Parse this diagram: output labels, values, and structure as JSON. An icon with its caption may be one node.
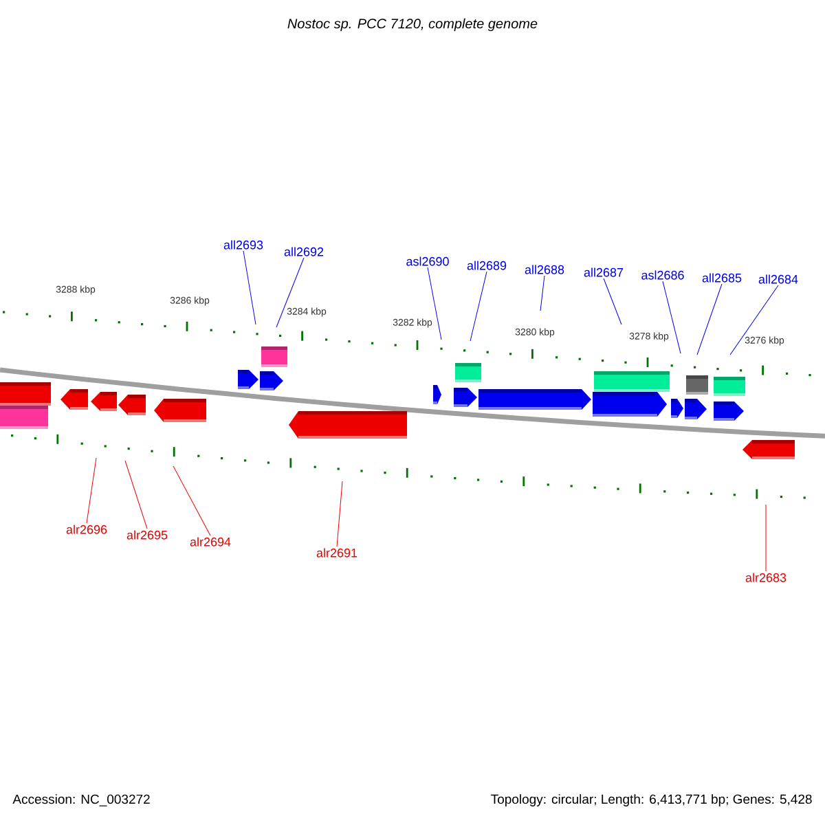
{
  "diagram": {
    "title": "Nostoc sp. PCC 7120, complete genome",
    "nodes": [
      {
        "text": [
          "all2693"
        ]
      },
      {
        "text": [
          "all2692"
        ]
      },
      {
        "text": [
          "asl2690"
        ]
      },
      {
        "text": [
          "all2689"
        ]
      },
      {
        "text": [
          "all2688"
        ]
      },
      {
        "text": [
          "all2687"
        ]
      },
      {
        "text": [
          "asl2686"
        ]
      },
      {
        "text": [
          "all2685"
        ]
      },
      {
        "text": [
          "all2684"
        ]
      },
      {
        "text": [
          "alr2696"
        ]
      },
      {
        "text": [
          "alr2695"
        ]
      },
      {
        "text": [
          "alr2694"
        ]
      },
      {
        "text": [
          "alr2691"
        ]
      },
      {
        "text": [
          "alr2683"
        ]
      }
    ],
    "edges": [
      {
        "from": 0,
        "to": null,
        "arrow": "none",
        "color": "#0000ee"
      },
      {
        "from": 1,
        "to": null,
        "arrow": "none",
        "color": "#0000ee"
      },
      {
        "from": 2,
        "to": null,
        "arrow": "none",
        "color": "#0000ee"
      },
      {
        "from": 3,
        "to": null,
        "arrow": "none",
        "color": "#0000ee"
      },
      {
        "from": 4,
        "to": null,
        "arrow": "none",
        "color": "#0000ee"
      },
      {
        "from": 5,
        "to": null,
        "arrow": "none",
        "color": "#0000ee"
      },
      {
        "from": 6,
        "to": null,
        "arrow": "none",
        "color": "#0000ee"
      },
      {
        "from": 7,
        "to": null,
        "arrow": "none",
        "color": "#0000ee"
      },
      {
        "from": 8,
        "to": null,
        "arrow": "none",
        "color": "#0000ee"
      },
      {
        "from": 9,
        "to": null,
        "arrow": "none",
        "color": "#ee0000"
      },
      {
        "from": 10,
        "to": null,
        "arrow": "none",
        "color": "#ee0000"
      },
      {
        "from": 11,
        "to": null,
        "arrow": "none",
        "color": "#ee0000"
      },
      {
        "from": 12,
        "to": null,
        "arrow": "none",
        "color": "#ee0000"
      },
      {
        "from": 13,
        "to": null,
        "arrow": "none",
        "color": "#ee0000"
      }
    ],
    "labels": [
      "3288 kbp",
      "3286 kbp",
      "3284 kbp",
      "3282 kbp",
      "3280 kbp",
      "3278 kbp",
      "3276 kbp",
      "Accession: NC_003272",
      "Topology: circular; Length: 6,413,771 bp; Genes: 5,428"
    ]
  }
}
